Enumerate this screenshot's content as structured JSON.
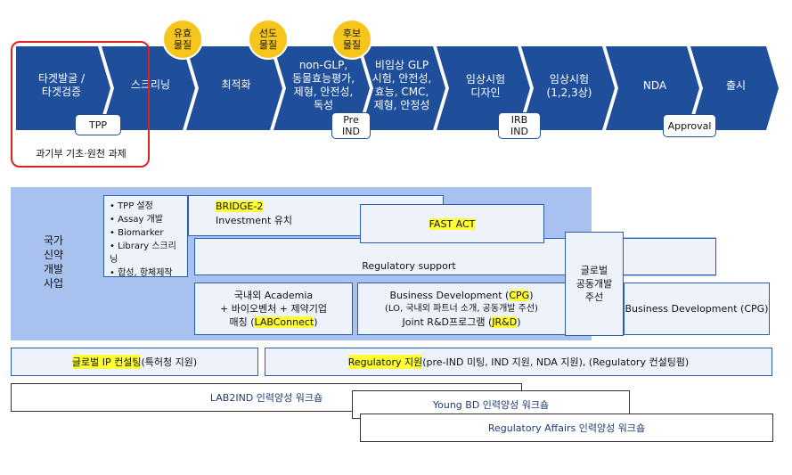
{
  "stages": [
    "타겟발굴 /\n타겟검증",
    "스크리닝",
    "최적화",
    "non-GLP,\n동물효능평가,\n제형, 안전성,\n독성",
    "비임상 GLP\n시험, 안전성,\n효능, CMC,\n제형, 안정성",
    "임상시험\n디자인",
    "임상시험\n(1,2,3상)",
    "NDA",
    "출시"
  ],
  "milestones": [
    "유효\n물질",
    "선도\n물질",
    "후보\n물질"
  ],
  "tags": {
    "tpp": "TPP",
    "pre_ind": "Pre\nIND",
    "irb_ind": "IRB\nIND",
    "approval": "Approval"
  },
  "red_caption": "과기부 기초·원천 과제",
  "national": "국가\n신약\n개발\n사업",
  "bullets": [
    "TPP 설정",
    "Assay 개발",
    "Biomarker",
    "Library 스크리닝",
    "합성, 항체제작"
  ],
  "bridge_title": "BRIDGE-2",
  "bridge_sub": "Investment 유치",
  "fast_act": "FAST ACT",
  "regulatory_support": "Regulatory support",
  "global_joint": "글로벌\n공동개발\n주선",
  "bd_cpg": "Business Development (CPG)",
  "academia": {
    "line1": "국내외 Academia",
    "line2": "+ 바이오벤처 + 제약기업",
    "line3_pre": "매칭 (",
    "line3_hl": "LABConnect",
    "line3_post": ")"
  },
  "bd_box": {
    "line1_pre": "Business Development (",
    "line1_hl": "CPG",
    "line1_post": ")",
    "line2": "(LO, 국내외 파트너 소개, 공동개발 주선)",
    "line3_pre": "Joint R&D프로그램 (",
    "line3_hl": "JR&D",
    "line3_post": ")"
  },
  "ip_consulting": {
    "hl": "글로벌 IP 컨설팅",
    "rest": " (특허청 지원)"
  },
  "regulatory_aid": {
    "hl": "Regulatory 지원",
    "rest": " (pre-IND 미팅, IND 지원, NDA 지원), (Regulatory 컨설팅펌)"
  },
  "workshops": [
    "LAB2IND 인력양성 워크숍",
    "Young BD 인력양성 워크숍",
    "Regulatory Affairs 인력양성 워크숍"
  ]
}
